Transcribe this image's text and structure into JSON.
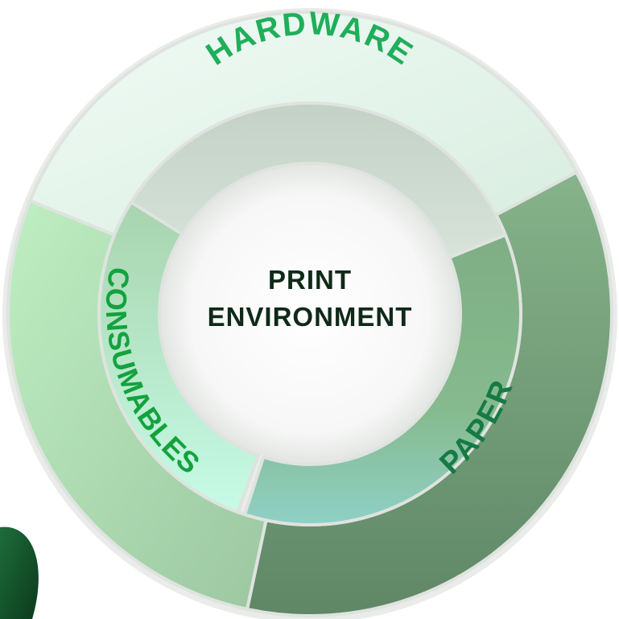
{
  "diagram": {
    "center_title": [
      "PRINT",
      "ENVIRONMENT"
    ],
    "segments": [
      {
        "label": "HARDWARE",
        "color": "#1fae5a"
      },
      {
        "label": "PAPER",
        "color": "#167a44"
      },
      {
        "label": "CONSUMABLES",
        "color": "#14a23e"
      }
    ],
    "colors": {
      "hardware_outer": "#e6f6ee",
      "hardware_inner": "#c7d4c9",
      "paper_outer": "#6f9a74",
      "paper_inner": "#82b388",
      "consumables_outer": "#9fdca6",
      "consumables_inner": "#b4ecbb",
      "center_label": "#0f2a18"
    }
  }
}
